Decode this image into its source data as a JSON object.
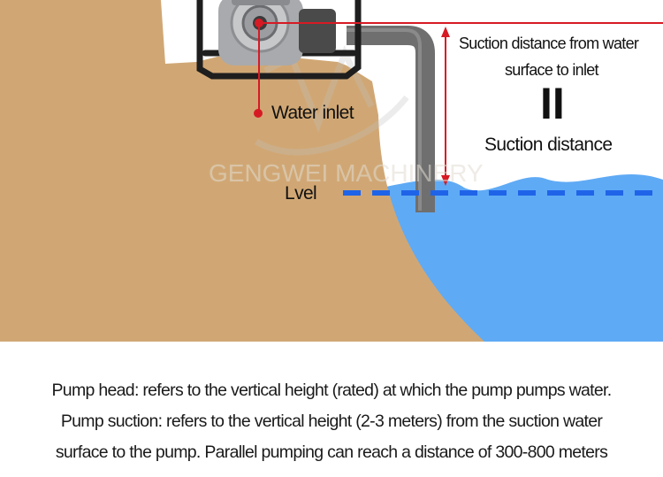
{
  "labels": {
    "water_inlet": "Water inlet",
    "level": "Lvel",
    "suction_line1": "Suction distance from water",
    "suction_line2": "surface to inlet",
    "equals_sign": "II",
    "suction_distance": "Suction distance"
  },
  "watermark": "GENGWEI MACHINERY",
  "caption": {
    "line1": "Pump head: refers to the vertical height (rated) at which the pump pumps water.",
    "line2": "Pump suction: refers to the vertical height (2-3 meters) from the suction water",
    "line3": "surface to the pump. Parallel pumping can reach a distance of 300-800 meters"
  },
  "colors": {
    "ground": "#d0a774",
    "water": "#5faaf5",
    "water_level_line": "#1f64e8",
    "annotation": "#d61a24",
    "pipe": "#6f6f6f"
  }
}
